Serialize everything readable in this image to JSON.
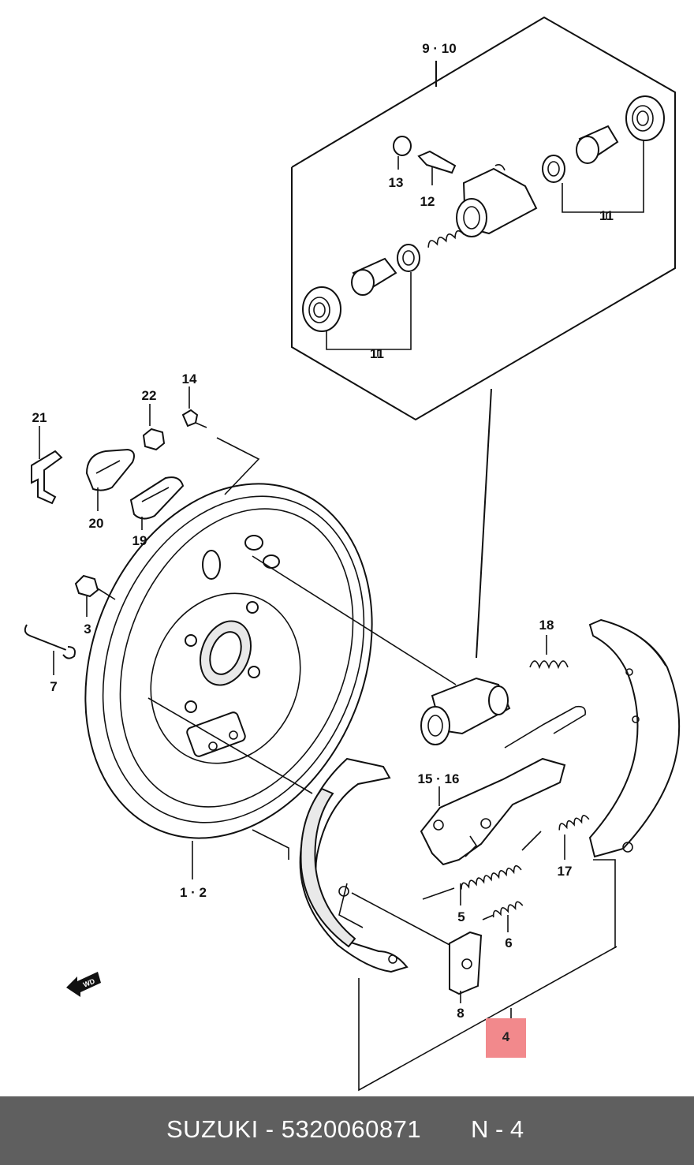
{
  "diagram": {
    "callouts": {
      "c9_10": "9 · 10",
      "c13": "13",
      "c12": "12",
      "c11a": "11",
      "c11b": "11",
      "c22": "22",
      "c14": "14",
      "c21": "21",
      "c20": "20",
      "c19": "19",
      "c3": "3",
      "c7": "7",
      "c1_2": "1 · 2",
      "c18": "18",
      "c15_16": "15 · 16",
      "c17": "17",
      "c5": "5",
      "c6": "6",
      "c8": "8"
    },
    "highlight_label": "4",
    "direction_badge": "WD"
  },
  "footer": {
    "left_text": "SUZUKI - 5320060871",
    "right_text": "N - 4"
  },
  "colors": {
    "highlight": "#f2898c",
    "footer_bg": "#5f5f5f",
    "footer_text": "#ffffff",
    "line": "#111111"
  }
}
